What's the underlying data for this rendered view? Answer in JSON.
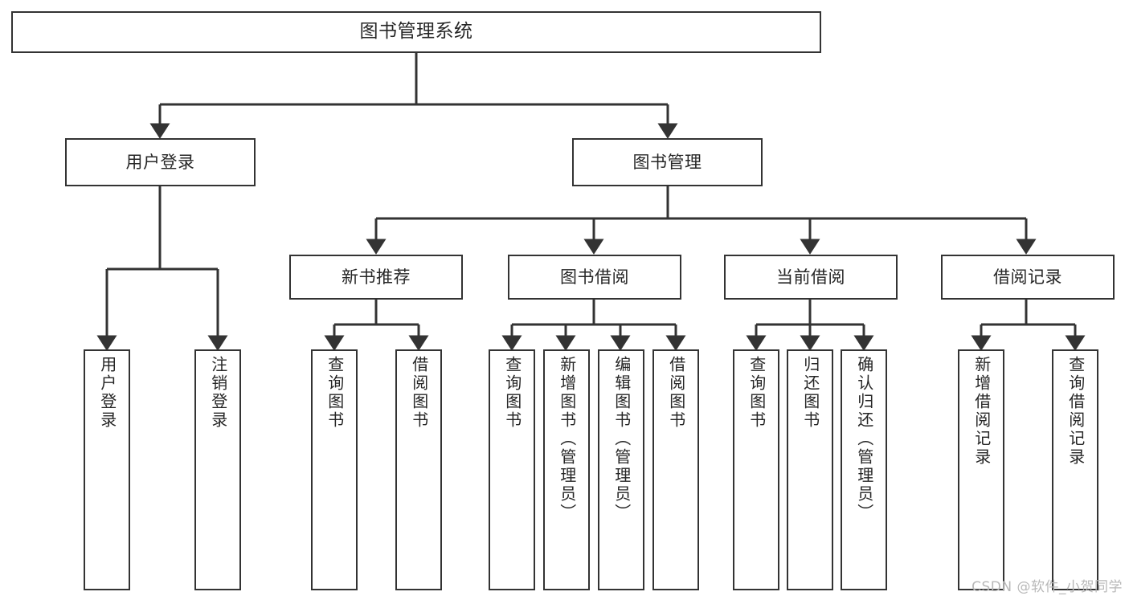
{
  "diagram": {
    "type": "tree-hierarchy",
    "title": "图书管理系统",
    "watermark": "CSDN @软件_小贺同学",
    "colors": {
      "box_border": "#333333",
      "box_fill": "#ffffff",
      "connector": "#333333",
      "text": "#262626",
      "watermark": "#b8b8b8"
    },
    "root": {
      "label": "图书管理系统"
    },
    "level2": [
      {
        "label": "用户登录"
      },
      {
        "label": "图书管理"
      }
    ],
    "level3": [
      {
        "label": "新书推荐"
      },
      {
        "label": "图书借阅"
      },
      {
        "label": "当前借阅"
      },
      {
        "label": "借阅记录"
      }
    ],
    "leaves": {
      "user_login": [
        {
          "label": "用户登录"
        },
        {
          "label": "注销登录"
        }
      ],
      "new_book_recommend": [
        {
          "label": "查询图书"
        },
        {
          "label": "借阅图书"
        }
      ],
      "book_borrow": [
        {
          "label": "查询图书"
        },
        {
          "label": "新增图书（管理员）"
        },
        {
          "label": "编辑图书（管理员）"
        },
        {
          "label": "借阅图书"
        }
      ],
      "current_borrow": [
        {
          "label": "查询图书"
        },
        {
          "label": "归还图书"
        },
        {
          "label": "确认归还（管理员）"
        }
      ],
      "borrow_record": [
        {
          "label": "新增借阅记录"
        },
        {
          "label": "查询借阅记录"
        }
      ]
    }
  }
}
